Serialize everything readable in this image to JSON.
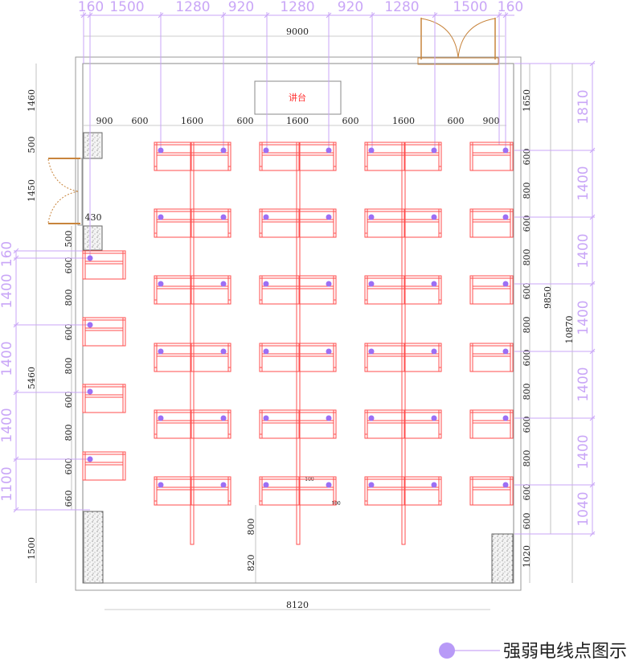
{
  "podium_label": "讲台",
  "legend": {
    "label": "强弱电线点图示",
    "icon": "power-data-outlet-dot"
  },
  "colors": {
    "desk": "#ff4d4d",
    "outlet": "#9c6ff5",
    "outlet_line": "#c9a6f7",
    "dimension": "#9a9a9a",
    "door": "#c8843c",
    "wall": "#8a8a8a"
  },
  "dims": {
    "top_purple": [
      "160",
      "1500",
      "1280",
      "920",
      "1280",
      "920",
      "1280",
      "1500",
      "160"
    ],
    "overall_width": "9000",
    "row_spacing": [
      "900",
      "600",
      "1600",
      "600",
      "1600",
      "600",
      "1600",
      "600",
      "900"
    ],
    "left_outer": [
      "1460",
      "500",
      "1450",
      "5460",
      "1500"
    ],
    "left_inner": [
      "500",
      "600",
      "800",
      "600",
      "800",
      "600",
      "800",
      "600",
      "660"
    ],
    "door_offset": "430",
    "left_purple": [
      "160",
      "1400",
      "1400",
      "1400",
      "1100"
    ],
    "right_inner": [
      "1650",
      "600",
      "800",
      "600",
      "800",
      "600",
      "800",
      "600",
      "800",
      "600",
      "800",
      "600",
      "600",
      "1020"
    ],
    "right_total_a": "9850",
    "right_total_b": "10870",
    "right_purple": [
      "1810",
      "1400",
      "1400",
      "1400",
      "1400",
      "1400",
      "1040"
    ],
    "bottom_width": "8120",
    "aisle_end": [
      "800",
      "820"
    ],
    "detail": [
      "100",
      "100"
    ]
  }
}
